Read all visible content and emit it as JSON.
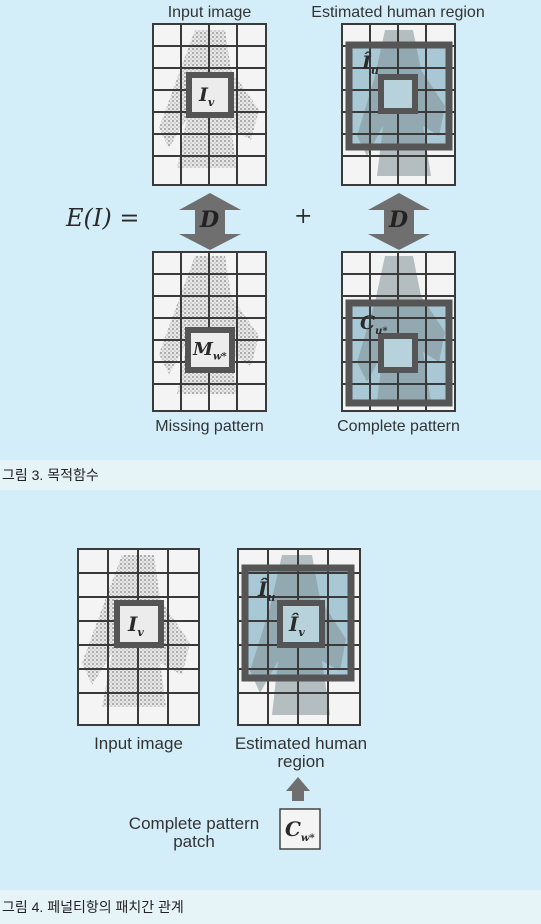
{
  "figure3": {
    "label_input": "Input image",
    "label_estimated": "Estimated human region",
    "label_missing": "Missing pattern",
    "label_complete": "Complete pattern",
    "energy_lhs": "E(I) =",
    "plus": "+",
    "op_left": "D",
    "op_right": "D",
    "sym_iv": "I",
    "sym_iv_sub": "v",
    "sym_iu": "Î",
    "sym_iu_sub": "u",
    "sym_mw": "M",
    "sym_mw_sub": "w*",
    "sym_cu": "C",
    "sym_cu_sub": "u*",
    "caption": "그림 3. 목적함수"
  },
  "figure4": {
    "label_input": "Input image",
    "label_estimated": "Estimated human region",
    "label_patch": "Complete pattern patch",
    "sym_iv": "I",
    "sym_iv_sub": "v",
    "sym_iu": "Î",
    "sym_iu_sub": "u",
    "sym_iv2": "Î",
    "sym_iv2_sub": "v",
    "sym_cw": "C",
    "sym_cw_sub": "w*",
    "caption": "그림 4. 페널티항의 패치간 관계"
  },
  "colors": {
    "background": "#d4eef9",
    "caption_bg": "#e6f4f7",
    "grid": "#3a3a3a",
    "highlight_fill": "#a9c8d6",
    "frame": "#555555",
    "arrow": "#6f6f6f"
  }
}
